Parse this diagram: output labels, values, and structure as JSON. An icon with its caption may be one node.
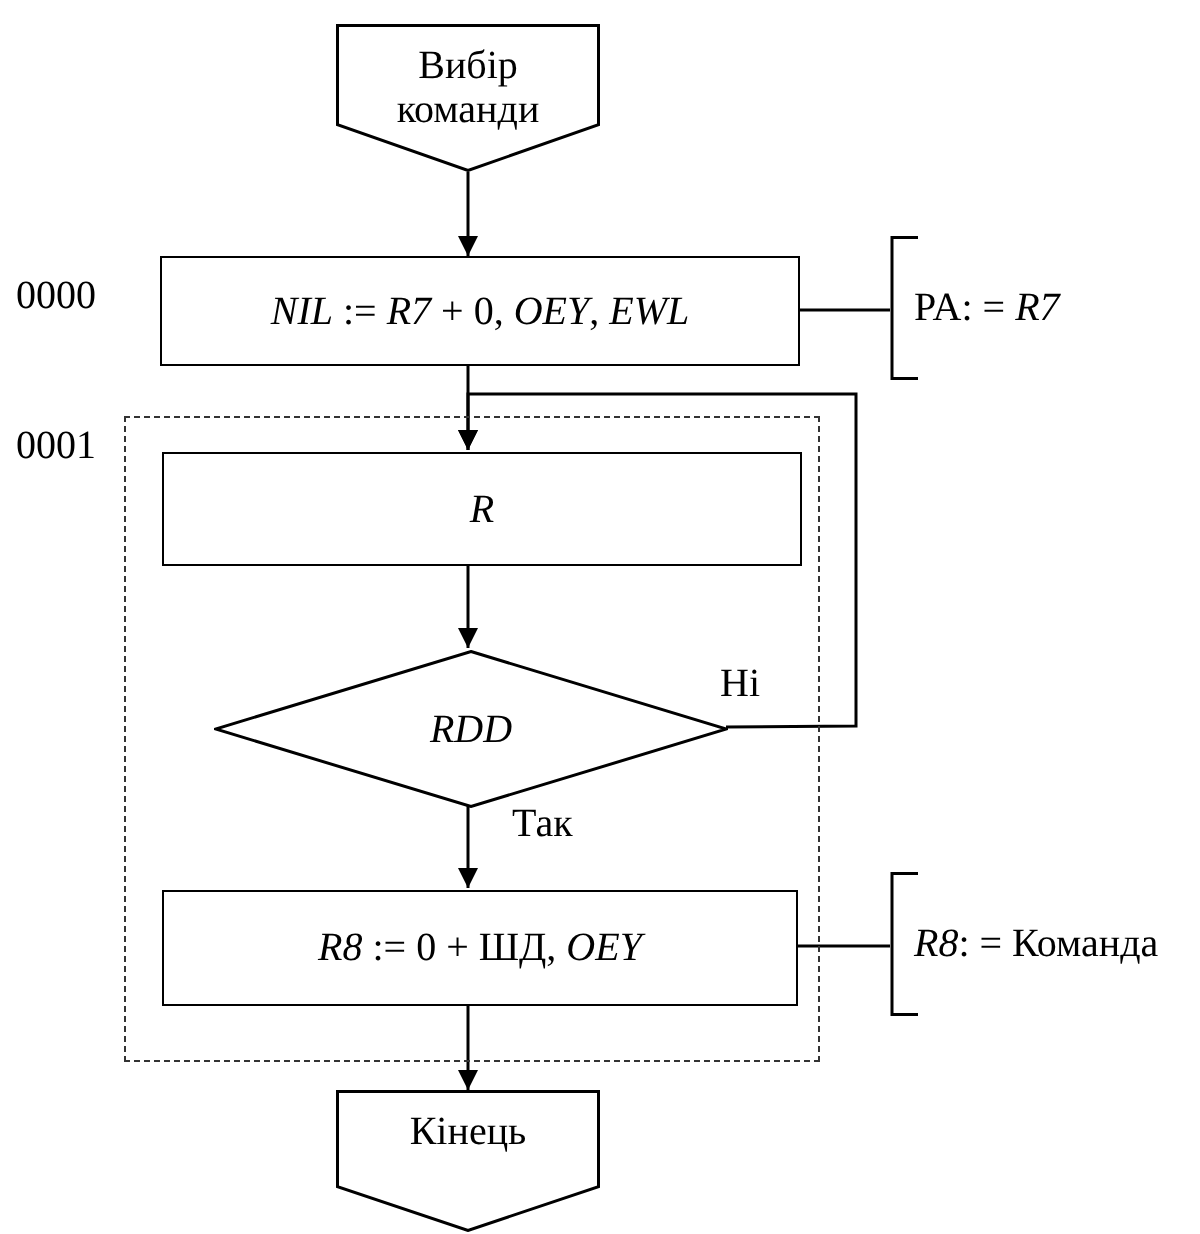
{
  "diagram": {
    "nodes": [
      {
        "text": [
          "Вибір команди"
        ]
      },
      {
        "text": [
          "*NIL* := *R7* + 0, *OEY*, *EWL*"
        ],
        "beside": [
          "0000"
        ]
      },
      {
        "text": [],
        "shape": "box",
        "beside": [
          "0001"
        ]
      },
      {
        "text": [
          "*R*"
        ],
        "in": 2
      },
      {
        "text": [
          "*RDD*"
        ],
        "in": 2
      },
      {
        "text": [
          "*R8* := 0 + ШД, *OEY*"
        ],
        "in": 2
      },
      {
        "text": [
          "Кінець"
        ]
      },
      {
        "text": [
          "PA: = *R7*"
        ]
      },
      {
        "text": [
          "*R8*: = Команда"
        ]
      }
    ],
    "edges": [
      {
        "from": 0,
        "to": 1,
        "arrow": "to"
      },
      {
        "from": 1,
        "to": 3,
        "arrow": "to"
      },
      {
        "from": 3,
        "to": 4,
        "arrow": "to"
      },
      {
        "from": 4,
        "to": 3,
        "arrow": "to",
        "label": "Ні"
      },
      {
        "from": 4,
        "to": 5,
        "arrow": "to",
        "label": "Так"
      },
      {
        "from": 5,
        "to": 6,
        "arrow": "to"
      },
      {
        "from": 1,
        "to": 7,
        "arrow": "none"
      },
      {
        "from": 5,
        "to": 8,
        "arrow": "none"
      }
    ]
  }
}
